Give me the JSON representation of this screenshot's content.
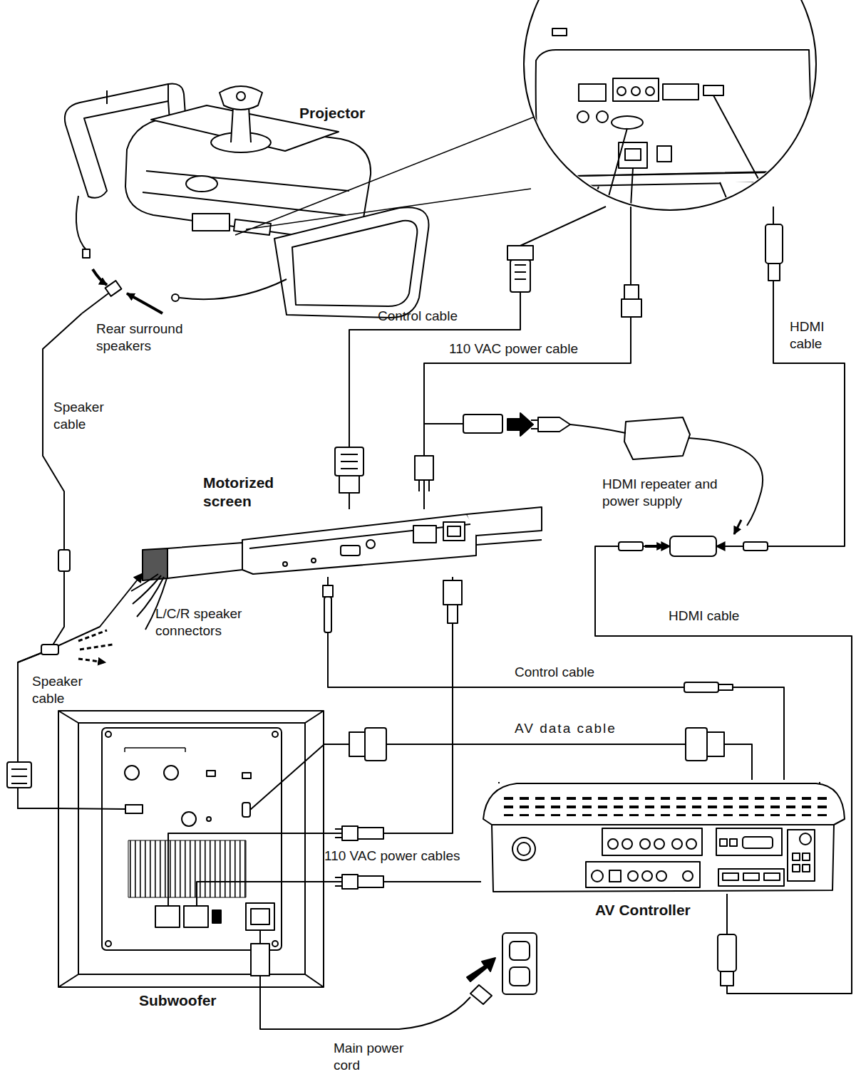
{
  "diagram": {
    "nodes": [
      {
        "text": [
          "Projector"
        ]
      },
      {
        "text": [
          "Rear surround speakers"
        ]
      },
      {
        "text": [
          "Motorized screen"
        ]
      },
      {
        "text": [
          "HDMI repeater and power supply"
        ]
      },
      {
        "text": [
          "Subwoofer"
        ]
      },
      {
        "text": [
          "AV Controller"
        ]
      }
    ],
    "edges": [
      {
        "from": 0,
        "to": 2,
        "arrow": "none",
        "label": "Control cable"
      },
      {
        "from": 0,
        "to": 2,
        "arrow": "none",
        "label": "110 VAC power cable"
      },
      {
        "from": 0,
        "to": 3,
        "arrow": "to",
        "label": "HDMI cable"
      },
      {
        "from": 5,
        "to": 3,
        "arrow": "to",
        "label": "HDMI cable"
      },
      {
        "from": 2,
        "to": 5,
        "arrow": "none",
        "label": "Control cable"
      },
      {
        "from": 4,
        "to": 5,
        "arrow": "none",
        "label": "AV data cable"
      },
      {
        "from": 4,
        "to": 2,
        "arrow": "none"
      },
      {
        "from": 4,
        "to": 5,
        "arrow": "none",
        "label": "110 VAC power cables"
      },
      {
        "from": 4,
        "to": 1,
        "arrow": "none",
        "label": "Speaker cable"
      },
      {
        "from": 4,
        "to": 2,
        "arrow": "to",
        "label": "Speaker cable"
      }
    ],
    "labels": [
      "L/C/R speaker connectors",
      "Main power cord"
    ]
  }
}
